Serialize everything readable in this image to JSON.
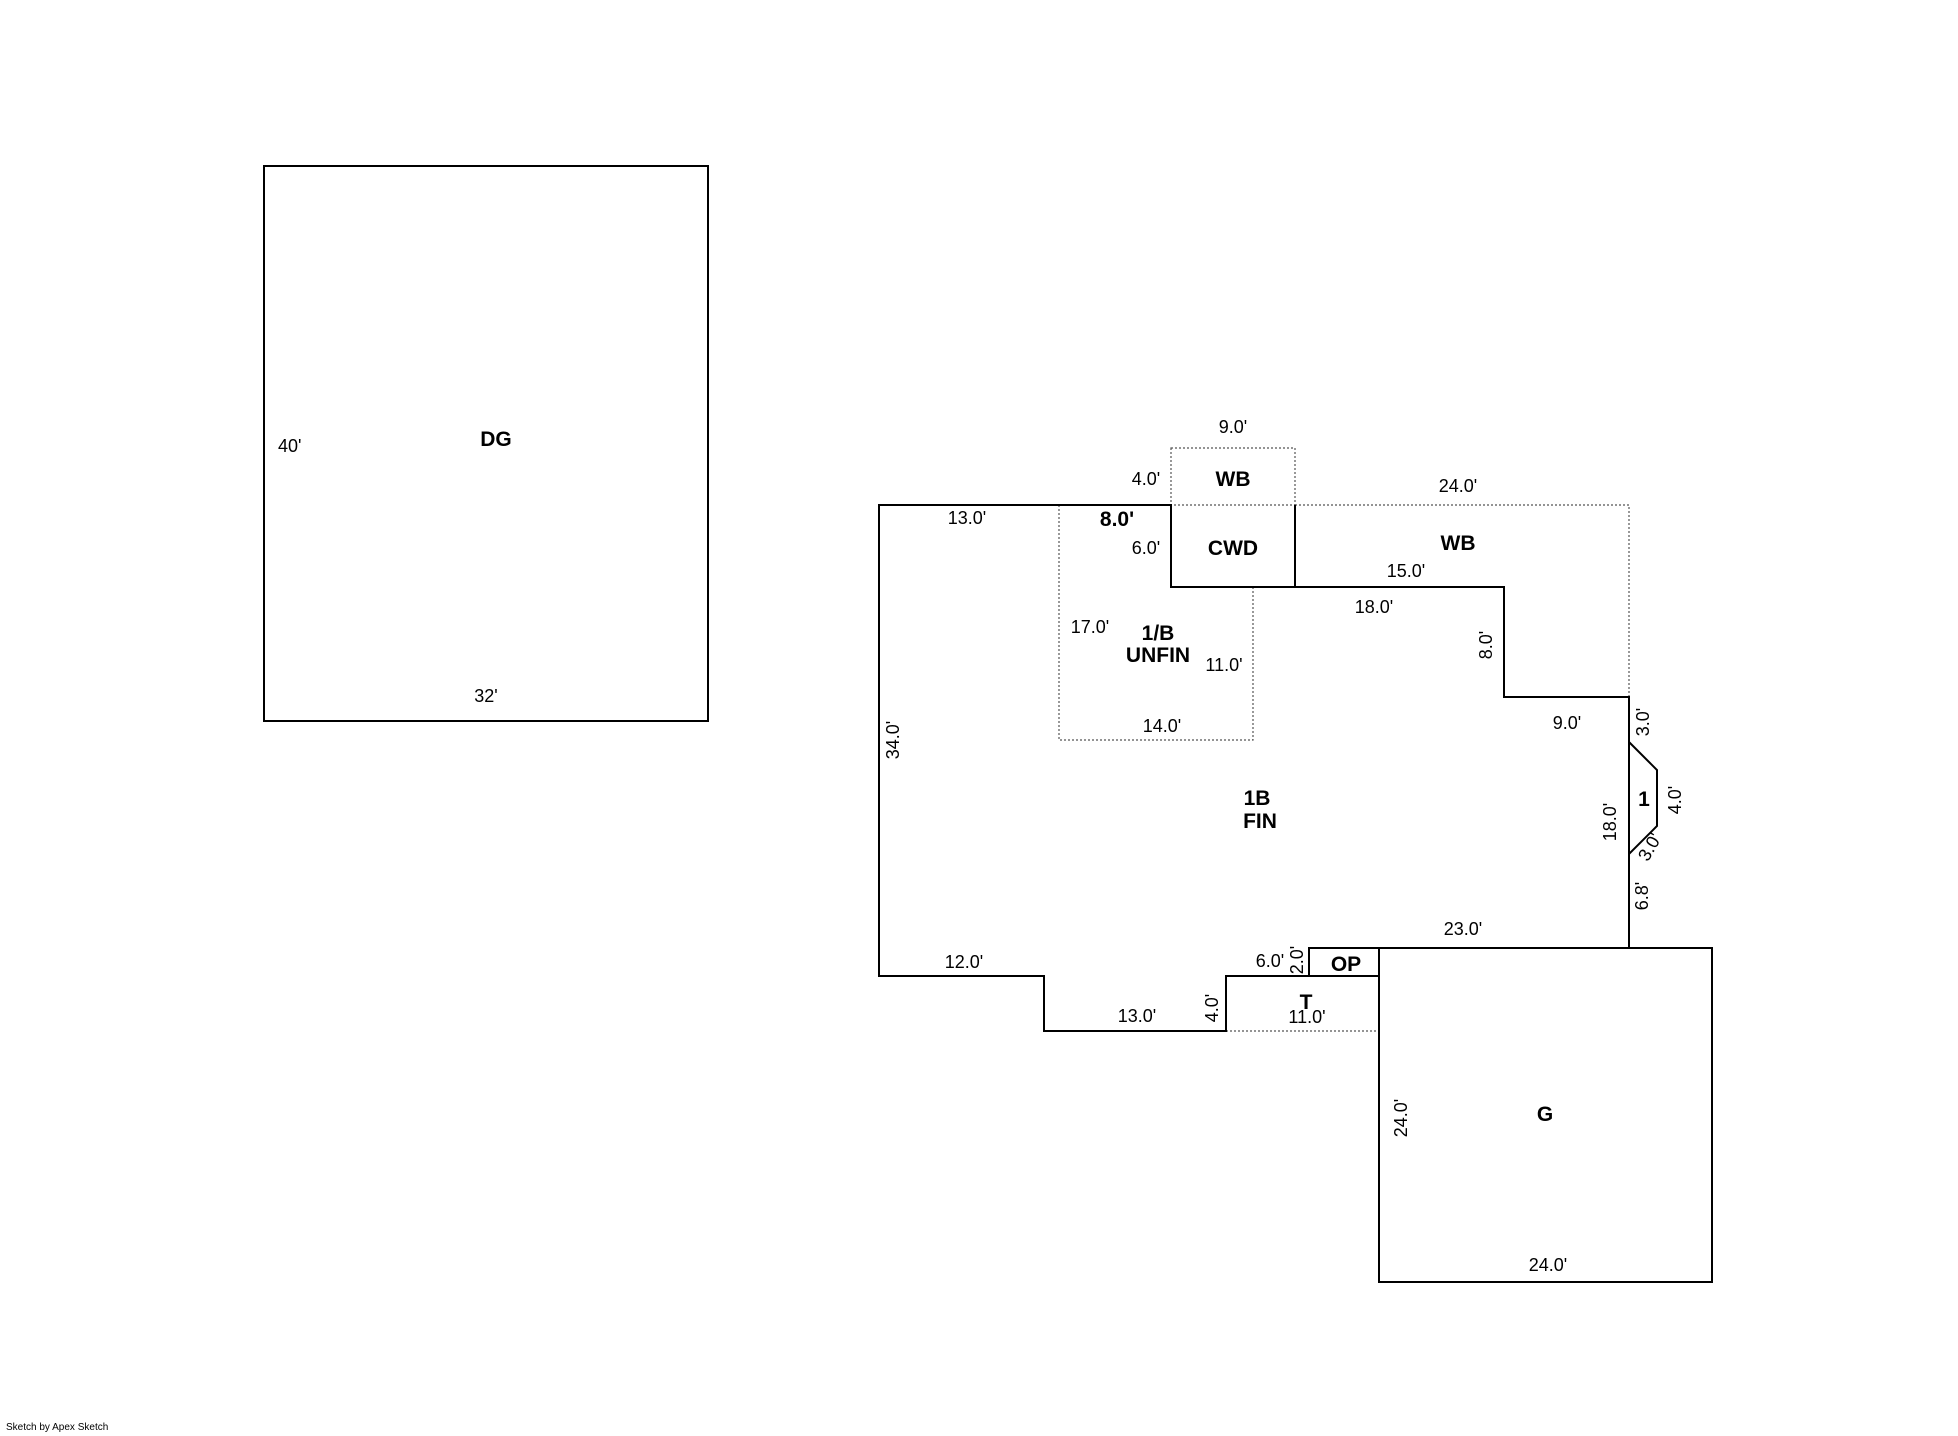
{
  "detached_garage": {
    "label": "DG",
    "dim_side": "40'",
    "dim_bottom": "32'"
  },
  "main": {
    "label_line1": "1B",
    "label_line2": "FIN",
    "dims": {
      "left": "34.0'",
      "top_left": "13.0'",
      "top_bold": "8.0'",
      "cwd_left": "6.0'",
      "step_top": "15.0'",
      "step_right_top": "18.0'",
      "step_vertical": "8.0'",
      "right_top": "9.0'",
      "bay_top": "3.0'",
      "bay_right": "4.0'",
      "bay_bottom": "3.0'",
      "right_side": "18.0'",
      "right_lower": "6.8'",
      "garage_top": "23.0'",
      "bottom_left": "12.0'",
      "bottom_mid": "13.0'",
      "bottom_step": "4.0'",
      "op_left": "6.0'",
      "op_side": "2.0'",
      "terrace": "11.0'"
    }
  },
  "areas": {
    "wb_top": {
      "label": "WB",
      "dim_top": "9.0'",
      "dim_side": "4.0'"
    },
    "wb_right": {
      "label": "WB",
      "dim_top": "24.0'"
    },
    "cwd": {
      "label": "CWD"
    },
    "unfin": {
      "label_line1": "1/B",
      "label_line2": "UNFIN",
      "dim_left": "17.0'",
      "dim_right": "11.0'",
      "dim_bottom": "14.0'"
    },
    "bay": {
      "label": "1"
    },
    "op": {
      "label": "OP"
    },
    "terrace": {
      "label": "T"
    },
    "garage": {
      "label": "G",
      "dim_side": "24.0'",
      "dim_bottom": "24.0'"
    }
  },
  "footer": {
    "credit": "Sketch by Apex Sketch"
  }
}
